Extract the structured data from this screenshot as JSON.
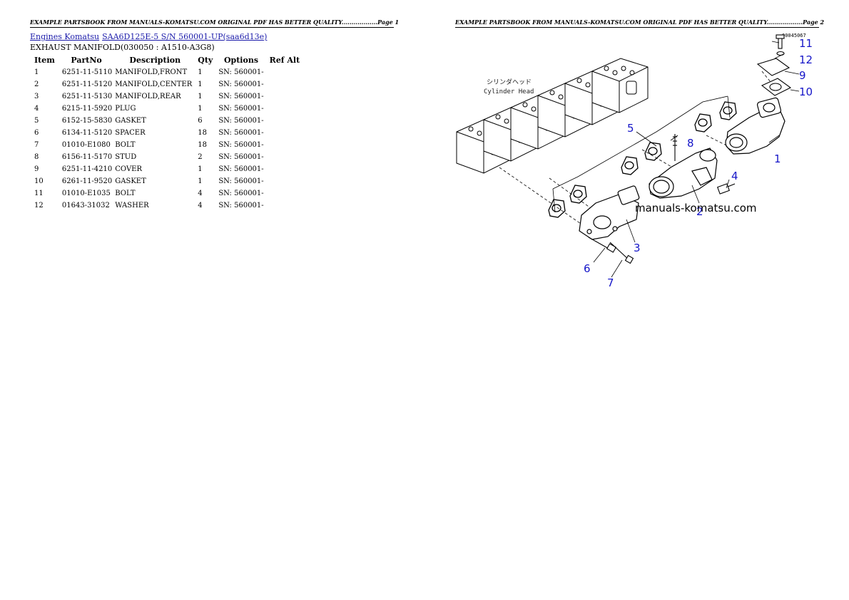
{
  "headers": {
    "page1": "EXAMPLE PARTSBOOK FROM MANUALS-KOMATSU.COM ORIGINAL PDF HAS BETTER QUALITY..................Page 1",
    "page2": "EXAMPLE PARTSBOOK FROM MANUALS-KOMATSU.COM ORIGINAL PDF HAS BETTER QUALITY..................Page 2"
  },
  "breadcrumb": {
    "link1": "Engines Komatsu",
    "link2": "SAA6D125E-5 S/N 560001-UP(saa6d13e)"
  },
  "section_title": "EXHAUST MANIFOLD(030050 : A1510-A3G8)",
  "table": {
    "columns": [
      "Item",
      "PartNo",
      "Description",
      "Qty",
      "Options",
      "Ref Alt"
    ],
    "rows": [
      {
        "item": "1",
        "partno": "6251-11-5110",
        "desc": "MANIFOLD,FRONT",
        "qty": "1",
        "options": "SN: 560001-",
        "refalt": ""
      },
      {
        "item": "2",
        "partno": "6251-11-5120",
        "desc": "MANIFOLD,CENTER",
        "qty": "1",
        "options": "SN: 560001-",
        "refalt": ""
      },
      {
        "item": "3",
        "partno": "6251-11-5130",
        "desc": "MANIFOLD,REAR",
        "qty": "1",
        "options": "SN: 560001-",
        "refalt": ""
      },
      {
        "item": "4",
        "partno": "6215-11-5920",
        "desc": "PLUG",
        "qty": "1",
        "options": "SN: 560001-",
        "refalt": ""
      },
      {
        "item": "5",
        "partno": "6152-15-5830",
        "desc": "GASKET",
        "qty": "6",
        "options": "SN: 560001-",
        "refalt": ""
      },
      {
        "item": "6",
        "partno": "6134-11-5120",
        "desc": "SPACER",
        "qty": "18",
        "options": "SN: 560001-",
        "refalt": ""
      },
      {
        "item": "7",
        "partno": "01010-E1080",
        "desc": "BOLT",
        "qty": "18",
        "options": "SN: 560001-",
        "refalt": ""
      },
      {
        "item": "8",
        "partno": "6156-11-5170",
        "desc": "STUD",
        "qty": "2",
        "options": "SN: 560001-",
        "refalt": ""
      },
      {
        "item": "9",
        "partno": "6251-11-4210",
        "desc": "COVER",
        "qty": "1",
        "options": "SN: 560001-",
        "refalt": ""
      },
      {
        "item": "10",
        "partno": "6261-11-9520",
        "desc": "GASKET",
        "qty": "1",
        "options": "SN: 560001-",
        "refalt": ""
      },
      {
        "item": "11",
        "partno": "01010-E1035",
        "desc": "BOLT",
        "qty": "4",
        "options": "SN: 560001-",
        "refalt": ""
      },
      {
        "item": "12",
        "partno": "01643-31032",
        "desc": "WASHER",
        "qty": "4",
        "options": "SN: 560001-",
        "refalt": ""
      }
    ]
  },
  "diagram": {
    "ref_code": "00045067",
    "cylinder_head_jp": "シリンダヘッド",
    "cylinder_head_en": "Cylinder Head",
    "watermark": "manuals-komatsu.com",
    "callouts": [
      "1",
      "2",
      "3",
      "4",
      "5",
      "6",
      "7",
      "8",
      "9",
      "10",
      "11",
      "12"
    ],
    "callout_color": "#1515c8"
  }
}
